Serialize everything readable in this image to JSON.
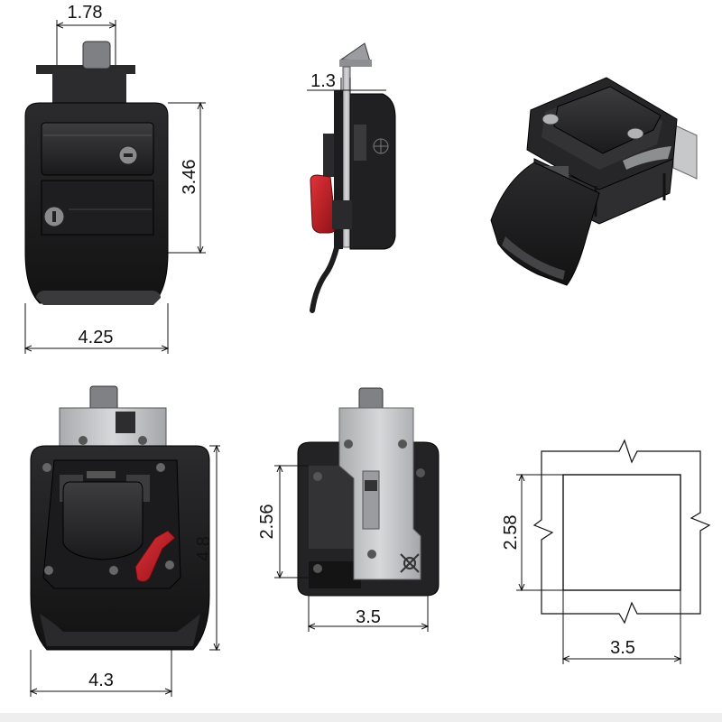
{
  "dimensions": {
    "front_top_width": "1.78",
    "front_height": "3.46",
    "front_width": "4.25",
    "side_offset": "1.3",
    "rear_height": "4.8",
    "rear_width": "4.3",
    "inside_height": "2.56",
    "inside_width": "3.5",
    "cutout_height": "2.58",
    "cutout_width": "3.5"
  },
  "colors": {
    "body": "#1c1c1e",
    "body_light": "#3a3a3c",
    "metal": "#c4c6c8",
    "lever_red": "#c81e25",
    "line": "#111111"
  }
}
